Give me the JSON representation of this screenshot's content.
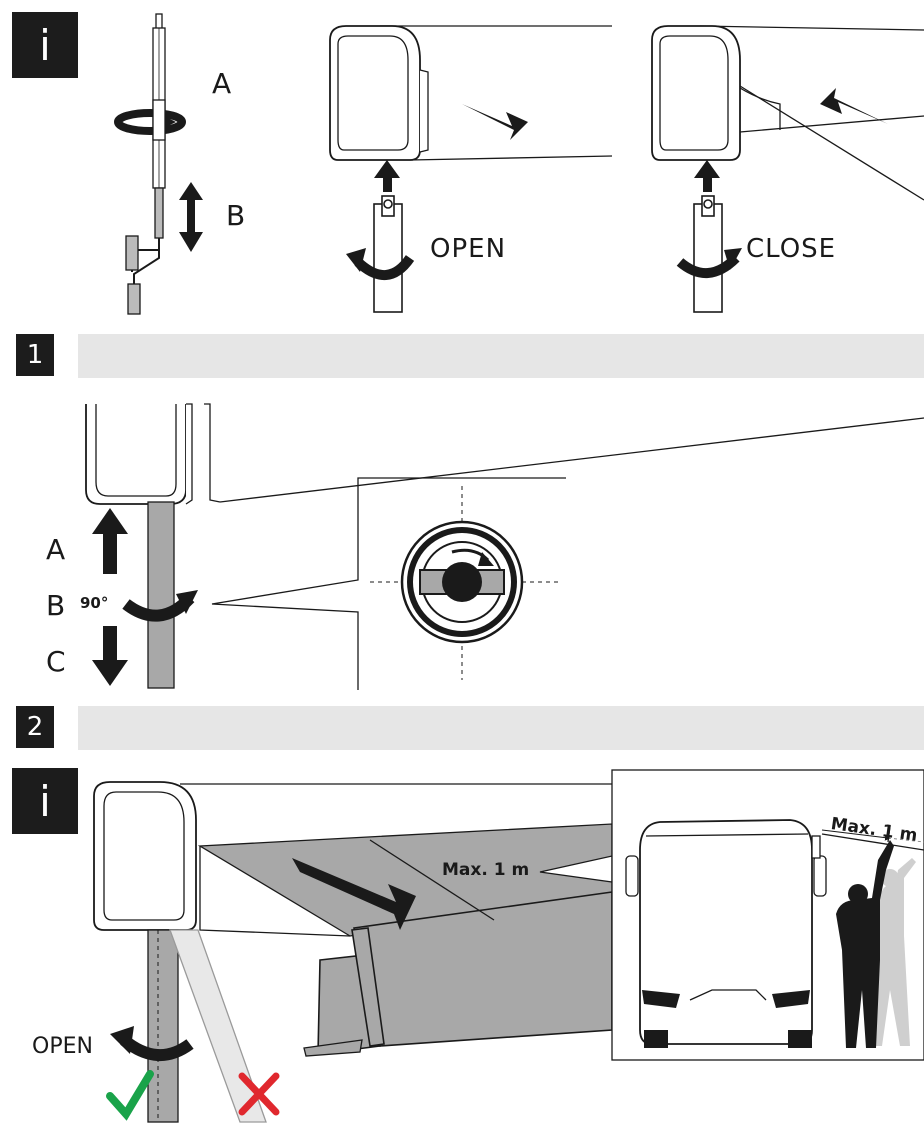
{
  "info_badge": "i",
  "top": {
    "label_a": "A",
    "label_b": "B",
    "open_label": "OPEN",
    "close_label": "CLOSE"
  },
  "step1": {
    "number": "1",
    "label_a": "A",
    "label_b": "B",
    "label_c": "C",
    "angle": "90°"
  },
  "step2": {
    "number": "2",
    "max_label_main": "Max. 1 m",
    "max_label_inset": "Max. 1 m",
    "open_label": "OPEN"
  },
  "colors": {
    "badge": "#1c1c1c",
    "step_bar": "#e6e6e6",
    "fabric": "#a8a8a8",
    "check": "#1aa34a",
    "cross": "#e0282e"
  }
}
